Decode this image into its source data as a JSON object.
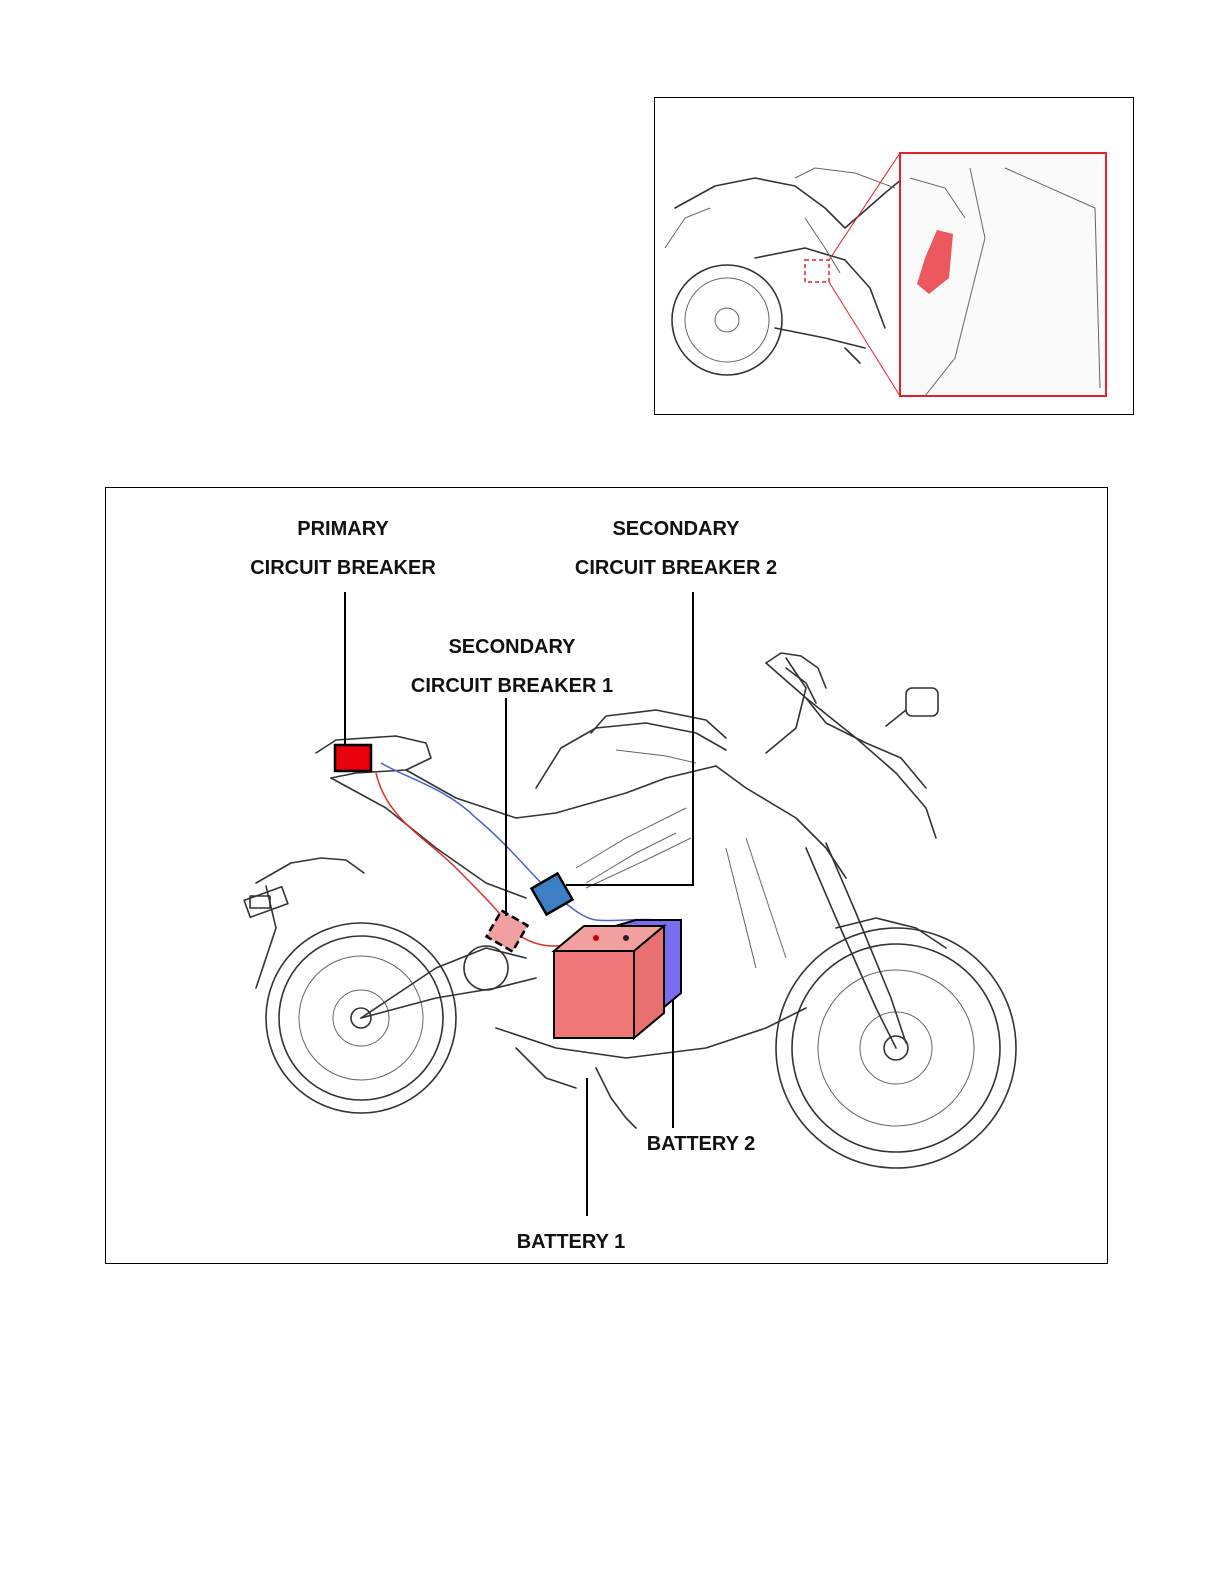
{
  "labels": {
    "primary_breaker": [
      "PRIMARY",
      "CIRCUIT BREAKER"
    ],
    "secondary_breaker_1": [
      "SECONDARY",
      "CIRCUIT BREAKER 1"
    ],
    "secondary_breaker_2": [
      "SECONDARY",
      "CIRCUIT BREAKER 2"
    ],
    "battery_1": "BATTERY 1",
    "battery_2": "BATTERY 2"
  },
  "colors": {
    "primary_breaker": "#e8000b",
    "secondary_breaker_1": "#f0a0a0",
    "secondary_breaker_2": "#3e7ec4",
    "battery_1": "#f07878",
    "battery_2": "#7a6ef0",
    "inset_highlight": "#e8202a",
    "wire_red": "#e0302a",
    "wire_blue": "#5060d0"
  },
  "icons": {
    "inset_image": "motorcycle-sketch-with-zoom-callout",
    "main_image": "motorcycle-sketch-with-components"
  }
}
